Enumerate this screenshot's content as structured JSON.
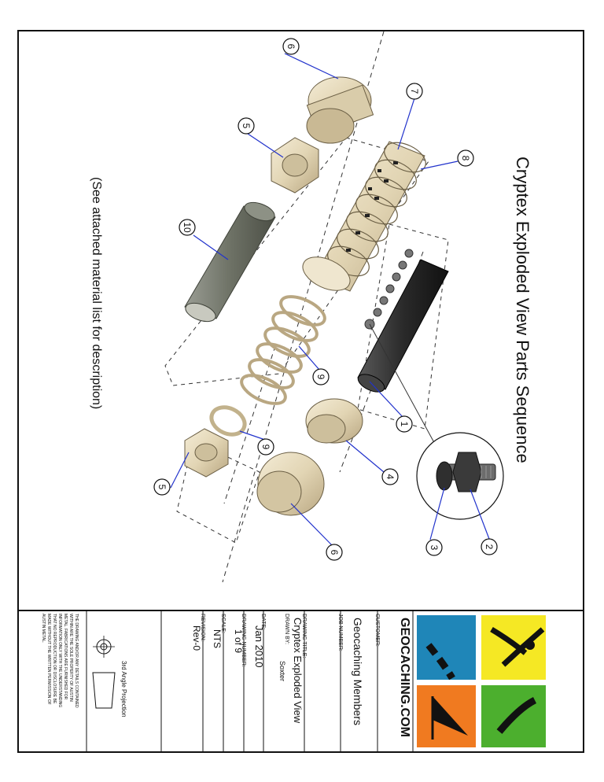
{
  "drawing": {
    "title": "Cryptex Exploded View Parts Sequence",
    "note": "(See attached material list for description)",
    "callouts": [
      "6",
      "5",
      "10",
      "7",
      "8",
      "1",
      "9",
      "9",
      "5",
      "4",
      "6",
      "3",
      "2"
    ]
  },
  "title_block": {
    "brand": "GEOCACHING.COM",
    "customer_label": "CUSTOMER:",
    "customer": "Geocaching Members",
    "job_label": "JOB NUMBER:",
    "job": "",
    "drawing_title_label": "DRAWING TITLE:",
    "drawing_title": "Cryptex Exploded View",
    "drawn_by_label": "DRAWN BY:",
    "drawn_by": "Soxter",
    "date_label": "DATE:",
    "date": "Jan 2010",
    "drawing_number_label": "DRAWING NUMBER:",
    "drawing_number": "1 of 9",
    "scale_label": "SCALE:",
    "scale": "NTS",
    "revision_label": "REVISION:",
    "revision": "Rev-0",
    "projection": "3rd Angle Projection",
    "disclaimer": [
      "THE DRAWING AND/OR ANY DETAILS CONTAINED",
      "WITHIN ARE THE SOLE PROPERTY OF AUSTIN",
      "METAL. FABRICATIONS ARE FURNISHED FOR",
      "INFORMATION ONLY WITH THE UNDERSTANDING",
      "THAT NO REPRODUCTION OR DISCLOSURE BE",
      "MADE WITHOUT THE WRITTEN PERMISSION OF",
      "AUSTIN METAL."
    ]
  },
  "colors": {
    "logo_yellow": "#f5e824",
    "logo_green": "#4caf2e",
    "logo_blue": "#1f86b8",
    "logo_orange": "#f07a20",
    "part_beige": "#e7dcc0",
    "leader_blue": "#2233cc"
  }
}
